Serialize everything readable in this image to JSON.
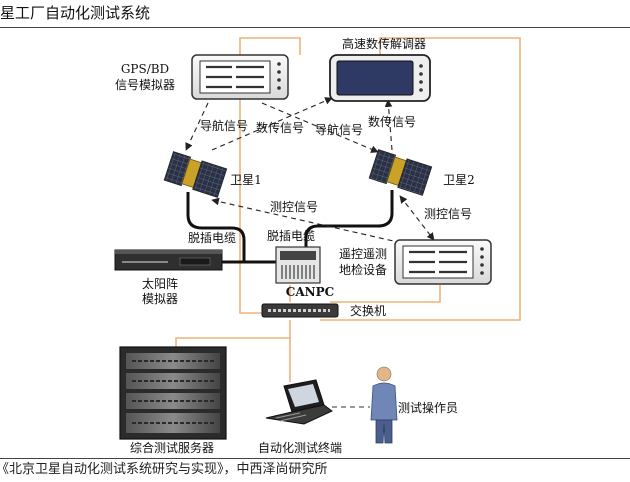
{
  "header": {
    "title": "星工厂自动化测试系统"
  },
  "caption": "《北京卫星自动化测试系统研究与实现》，中西泽尚研究所",
  "colors": {
    "link_orange": "#f0b27a",
    "cable_black": "#111111",
    "signal_dash": "#222222",
    "device_outline": "#333333",
    "screen_blue": "#2e3a63"
  },
  "diagram": {
    "devices": {
      "gps_bd_simulator": {
        "label_line1": "GPS/BD",
        "label_line2": "信号模拟器",
        "icon": "rack-panel-icon"
      },
      "demodulator": {
        "label": "高速数传解调器",
        "icon": "display-panel-icon"
      },
      "satellite1": {
        "label": "卫星1",
        "icon": "satellite-icon"
      },
      "satellite2": {
        "label": "卫星2",
        "icon": "satellite-icon"
      },
      "ttc_ground_equipment": {
        "label_line1": "遥控遥测",
        "label_line2": "地检设备",
        "icon": "rack-panel-icon"
      },
      "solar_array_simulator": {
        "label_line1": "太阳阵",
        "label_line2": "模拟器",
        "icon": "rack-unit-icon"
      },
      "canpc": {
        "label": "CANPC",
        "icon": "canpc-box-icon"
      },
      "switch": {
        "label": "交换机",
        "icon": "network-switch-icon"
      },
      "test_server": {
        "label": "综合测试服务器",
        "icon": "server-rack-icon"
      },
      "test_terminal": {
        "label": "自动化测试终端",
        "icon": "laptop-icon"
      },
      "operator": {
        "label": "测试操作员",
        "icon": "person-icon"
      }
    },
    "signals": {
      "nav_left": "导航信号",
      "data_left": "数传信号",
      "nav_right": "导航信号",
      "data_right": "数传信号",
      "ttc_mid": "测控信号",
      "ttc_right": "测控信号"
    },
    "cables": {
      "umbilical_left": "脱插电缆",
      "umbilical_right": "脱插电缆"
    }
  }
}
